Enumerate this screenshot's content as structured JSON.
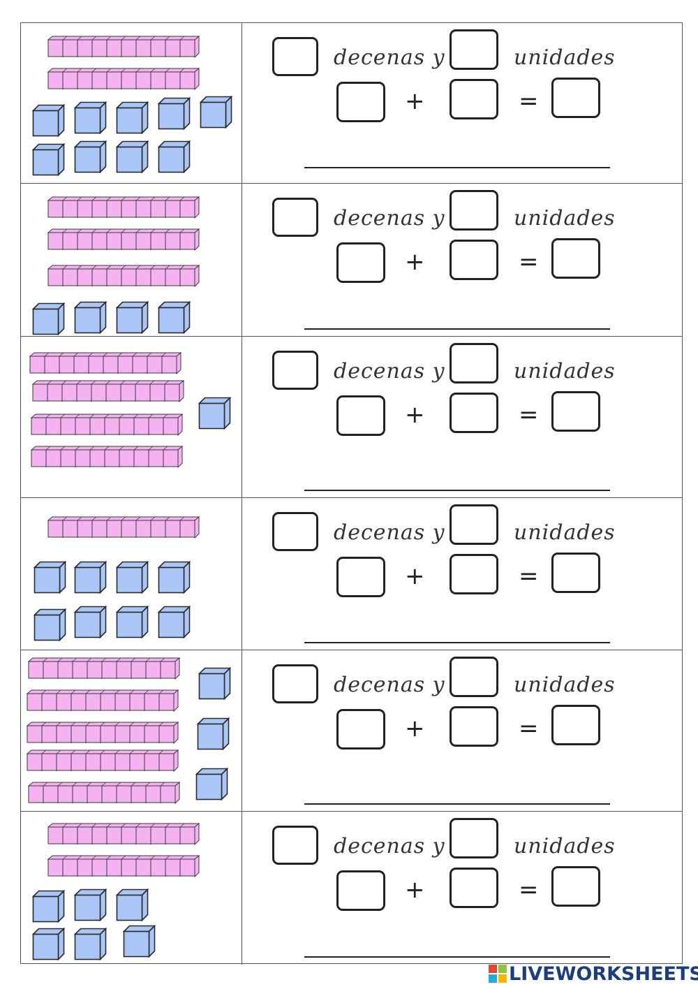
{
  "labels": {
    "tens": "decenas y",
    "units": "unidades",
    "plus": "+",
    "equals": "="
  },
  "colors": {
    "rod_fill": "#f4b3f0",
    "rod_stroke": "#3a3a3a",
    "cube_fill": "#a9c6f7",
    "cube_stroke": "#2a2a2a"
  },
  "exercises": [
    {
      "tens": 2,
      "units": 9
    },
    {
      "tens": 3,
      "units": 4
    },
    {
      "tens": 4,
      "units": 1
    },
    {
      "tens": 1,
      "units": 8
    },
    {
      "tens": 5,
      "units": 3
    },
    {
      "tens": 2,
      "units": 6
    }
  ],
  "brand": {
    "name": "LIVEWORKSHEETS",
    "logo_icon": "liveworksheets-logo-icon"
  }
}
